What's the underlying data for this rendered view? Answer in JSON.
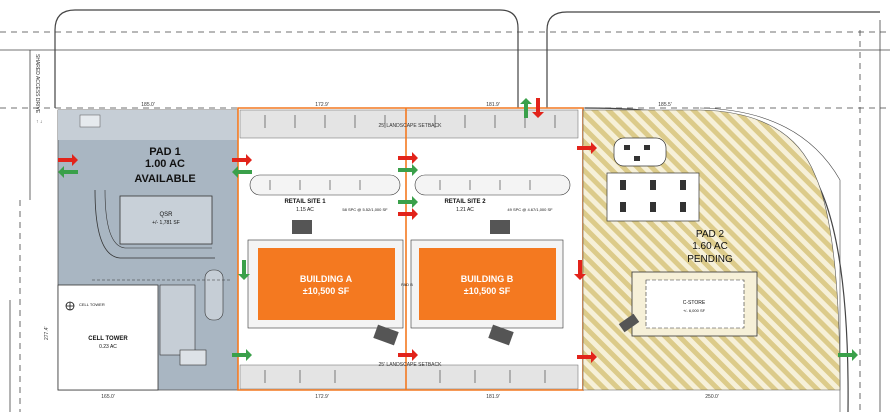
{
  "pad1": {
    "title": "PAD 1",
    "area": "1.00 AC",
    "status": "AVAILABLE"
  },
  "qsr": {
    "title": "QSR",
    "size": "+/- 1,781 SF"
  },
  "cell_tower": {
    "title": "CELL TOWER",
    "area": "0.23 AC",
    "tag": "CELL TOWER"
  },
  "retail1": {
    "title": "RETAIL SITE 1",
    "area": "1.15 AC",
    "parking": "58 SPC @ 5.52/1,000 SF"
  },
  "retail2": {
    "title": "RETAIL SITE 2",
    "area": "1.21 AC",
    "parking": "49 SPC @ 4.67/1,000 SF"
  },
  "building_a": {
    "title": "BUILDING A",
    "size": "±10,500 SF"
  },
  "building_b": {
    "title": "BUILDING B",
    "size": "±10,500 SF"
  },
  "pad2": {
    "title": "PAD 2",
    "area": "1.60 AC",
    "status": "PENDING",
    "store": "C-STORE",
    "store_size": "+/- 6,000 SF"
  },
  "notes": {
    "road_left": "SHARED ACCESS DRIVE",
    "landscape": "25' LANDSCAPE SETBACK",
    "bottom_setback": "25' LANDSCAPE SETBACK",
    "top_dim_1": "185.0'",
    "top_dim_2": "172.9'",
    "top_dim_3": "181.9'",
    "top_dim_4": "185.5'",
    "bottom_dim_1": "165.0'",
    "bottom_dim_2": "172.9'",
    "bottom_dim_3": "181.9'",
    "bottom_dim_4": "250.0'",
    "left_dim": "277.4'",
    "pad_mark": "PAD B"
  },
  "colors": {
    "pad1_fill": "#a9b6c2",
    "building": "#f47920",
    "boundary": "#f47920",
    "pad2_hatch": "#e6d9a2",
    "arrow_green": "#3aa04a",
    "arrow_red": "#e2231a"
  }
}
